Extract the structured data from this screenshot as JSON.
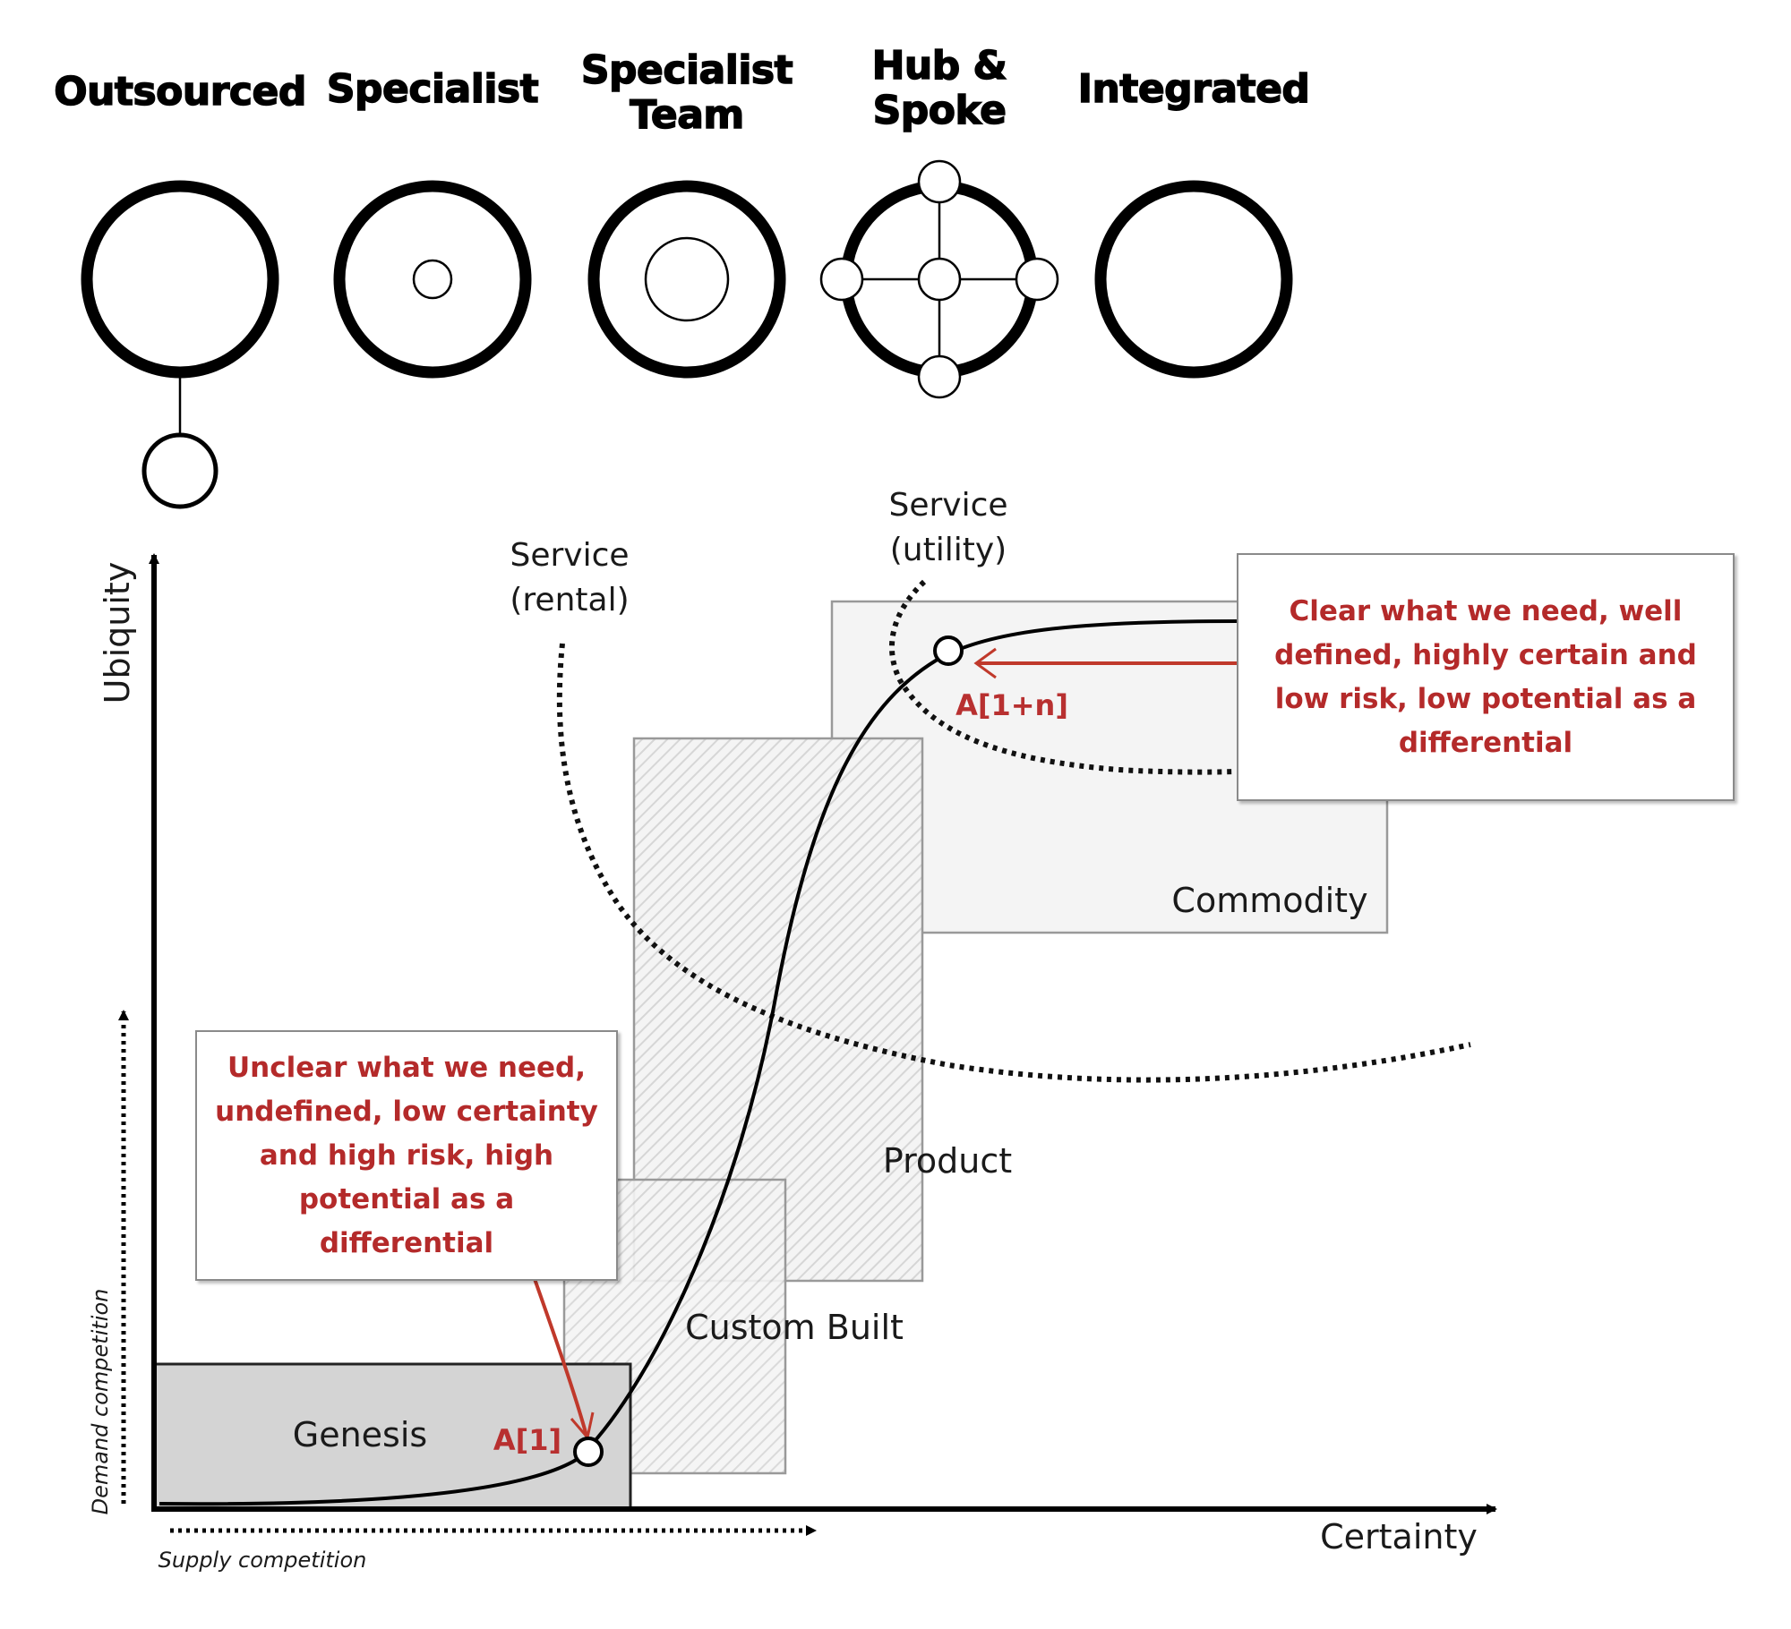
{
  "header": {
    "models": [
      {
        "id": "outsourced",
        "title_lines": [
          "Outsourced"
        ]
      },
      {
        "id": "specialist",
        "title_lines": [
          "Specialist"
        ]
      },
      {
        "id": "specialist-team",
        "title_lines": [
          "Specialist",
          "Team"
        ]
      },
      {
        "id": "hub-spoke",
        "title_lines": [
          "Hub &",
          "Spoke"
        ]
      },
      {
        "id": "integrated",
        "title_lines": [
          "Integrated"
        ]
      }
    ]
  },
  "diagram": {
    "axes": {
      "y_label": "Ubiquity",
      "x_label": "Certainty",
      "secondary_y_label": "Demand competition",
      "secondary_x_label": "Supply competition"
    },
    "stages": {
      "genesis": "Genesis",
      "custom_built": "Custom Built",
      "product": "Product",
      "commodity": "Commodity"
    },
    "service_labels": {
      "rental": [
        "Service",
        "(rental)"
      ],
      "utility": [
        "Service",
        "(utility)"
      ]
    },
    "points": {
      "a1": "A[1]",
      "a1n": "A[1+n]"
    },
    "callouts": {
      "lower": [
        "Unclear what we need,",
        "undefined, low certainty",
        "and high risk, high",
        "potential as a",
        "differential"
      ],
      "upper": [
        "Clear what we need, well",
        "defined, highly certain and",
        "low risk, low potential as a",
        "differential"
      ]
    },
    "colors": {
      "annotation_red": "#b42a2a",
      "genesis_fill": "#d4d4d4",
      "box_fill": "#f4f4f4",
      "hatch": "#d6d6d6"
    }
  }
}
